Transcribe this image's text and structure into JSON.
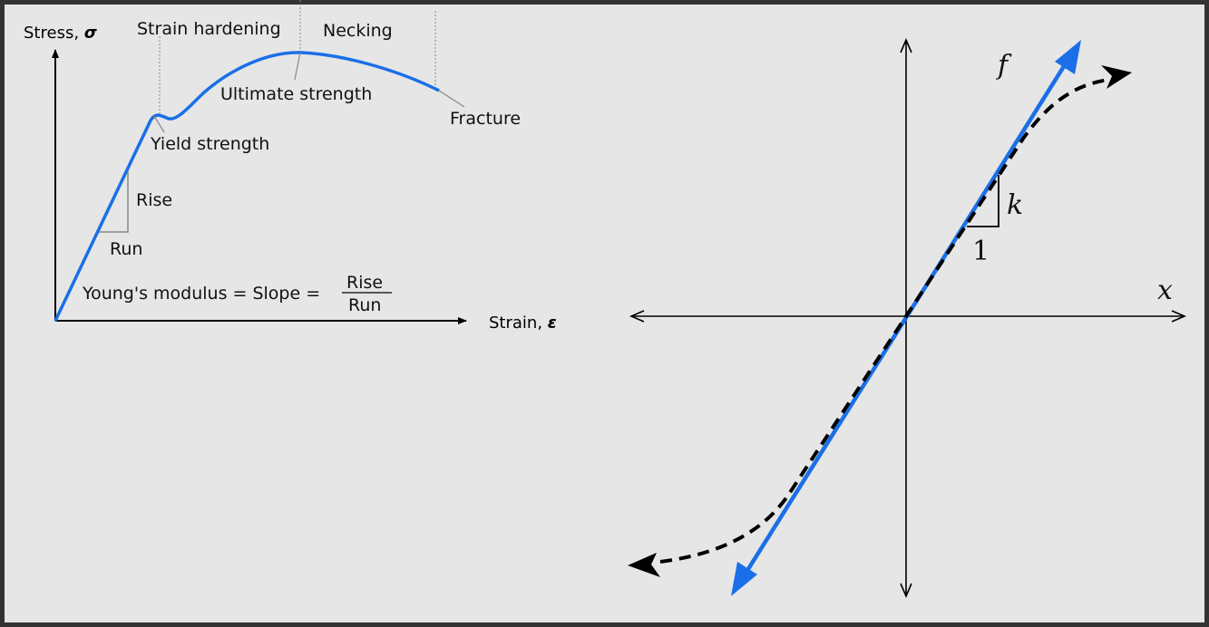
{
  "stress_strain": {
    "y_axis_label": "Stress, ",
    "y_axis_symbol": "σ",
    "x_axis_label": "Strain, ",
    "x_axis_symbol": "ε",
    "region_strain_hardening": "Strain hardening",
    "region_necking": "Necking",
    "label_ultimate_strength": "Ultimate strength",
    "label_fracture": "Fracture",
    "label_yield_strength": "Yield strength",
    "label_rise": "Rise",
    "label_run": "Run",
    "formula_text": "Young's modulus = Slope = ",
    "formula_numerator": "Rise",
    "formula_denominator": "Run",
    "curve_color": "#1a6fe8"
  },
  "linear_plot": {
    "y_axis_label": "f",
    "x_axis_label": "x",
    "slope_label": "k",
    "run_label": "1",
    "line_color": "#1a6fe8",
    "dashed_color": "#000000"
  }
}
